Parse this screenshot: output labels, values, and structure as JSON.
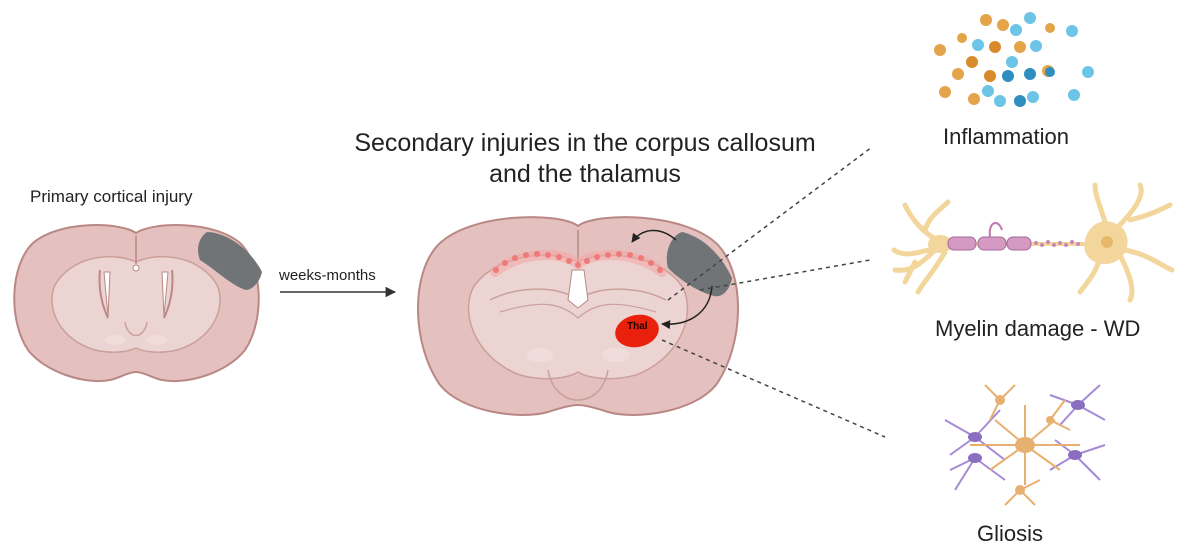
{
  "labels": {
    "primary": "Primary cortical injury",
    "arrow": "weeks-months",
    "secondary": "Secondary injuries in the corpus callosum and the thalamus",
    "thal": "Thal",
    "inflammation": "Inflammation",
    "myelin": "Myelin damage - WD",
    "gliosis": "Gliosis"
  },
  "colors": {
    "brain_outer": "#e4c0be",
    "brain_inner": "#ecd4d2",
    "brain_stroke": "#b98884",
    "lesion": "#707476",
    "thalamus": "#e8200c",
    "callosum_dots": "#ef7a7a",
    "particle_blue": "#6cc4e6",
    "particle_orange": "#e3a44a",
    "neuron": "#f2d69c",
    "myelin": "#c78ab3",
    "glia_purple": "#8a6fc0",
    "glia_orange": "#e8b070"
  },
  "icons": [
    "brain-section-primary",
    "brain-section-secondary",
    "inflammation-particles",
    "neuron-myelin",
    "glia-cluster"
  ]
}
